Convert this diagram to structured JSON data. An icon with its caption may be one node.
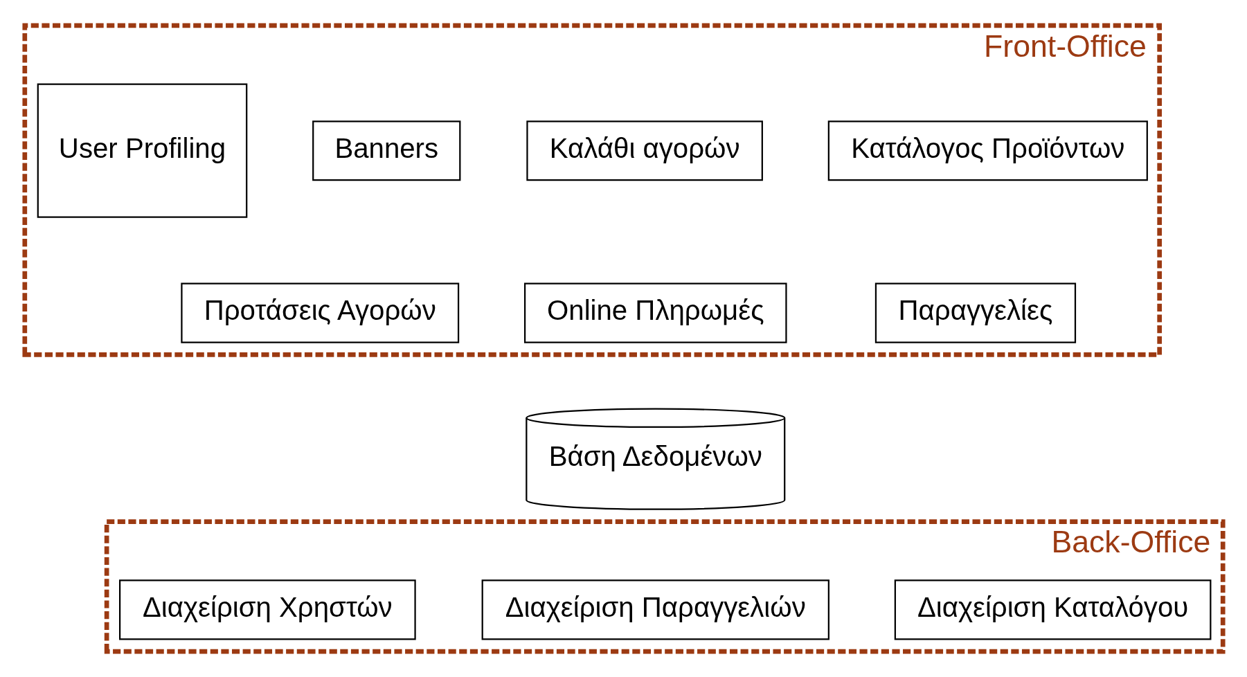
{
  "diagram": {
    "nodes": [
      {
        "text": [
          "Front-Office"
        ]
      },
      {
        "text": [
          "Κατάλογος Προϊόντων"
        ],
        "in": 0
      },
      {
        "text": [
          "Καλάθι αγορών"
        ],
        "in": 0
      },
      {
        "text": [
          "Banners"
        ],
        "in": 0
      },
      {
        "text": [
          "User Profiling"
        ],
        "in": 0
      },
      {
        "text": [
          "Παραγγελίες"
        ],
        "in": 0
      },
      {
        "text": [
          "Online Πληρωμές"
        ],
        "in": 0
      },
      {
        "text": [
          "Προτάσεις Αγορών"
        ],
        "in": 0
      },
      {
        "text": [
          "Βάση Δεδομένων"
        ]
      },
      {
        "text": [
          "Back-Office"
        ]
      },
      {
        "text": [
          "Διαχείριση Καταλόγου"
        ],
        "in": 9
      },
      {
        "text": [
          "Διαχείριση Παραγγελιών"
        ],
        "in": 9
      },
      {
        "text": [
          "Διαχείριση Χρηστών"
        ],
        "in": 9
      }
    ],
    "edges": []
  }
}
